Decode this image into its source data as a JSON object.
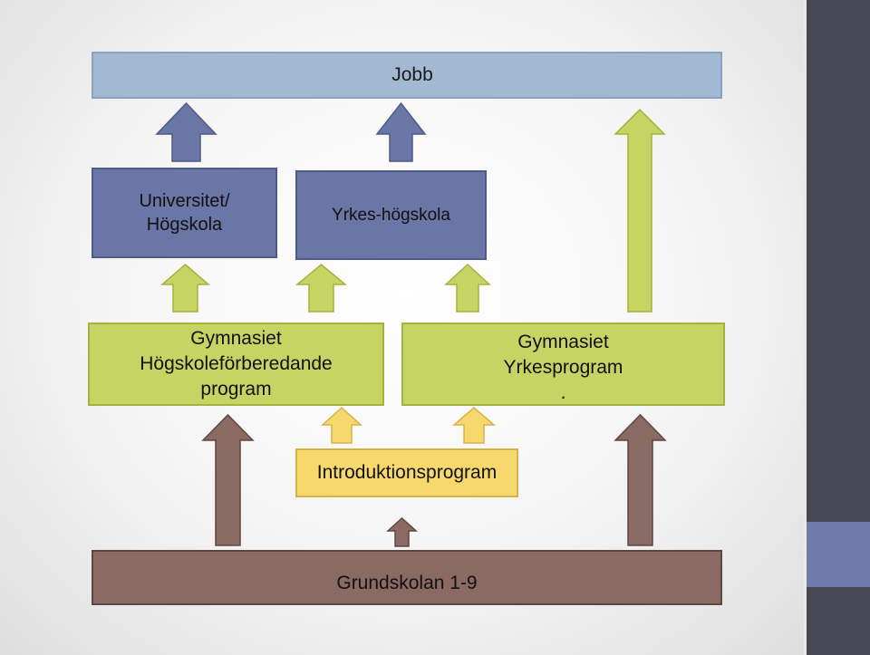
{
  "boxes": {
    "jobb": "Jobb",
    "universitet": [
      "Universitet/",
      "Högskola"
    ],
    "yrkeshogskola": "Yrkes-högskola",
    "gymnasiet_hogskole": [
      "Gymnasiet",
      "Högskoleförberedande",
      "program"
    ],
    "gymnasiet_yrkes": [
      "Gymnasiet",
      "Yrkesprogram",
      "."
    ],
    "introduktion": "Introduktionsprogram",
    "grundskolan": "Grundskolan 1-9"
  },
  "colors": {
    "blue_arrow": "#6a76a6",
    "green_arrow": "#c6d463",
    "yellow_arrow": "#f7d86c",
    "brown_arrow": "#8a6a62"
  }
}
